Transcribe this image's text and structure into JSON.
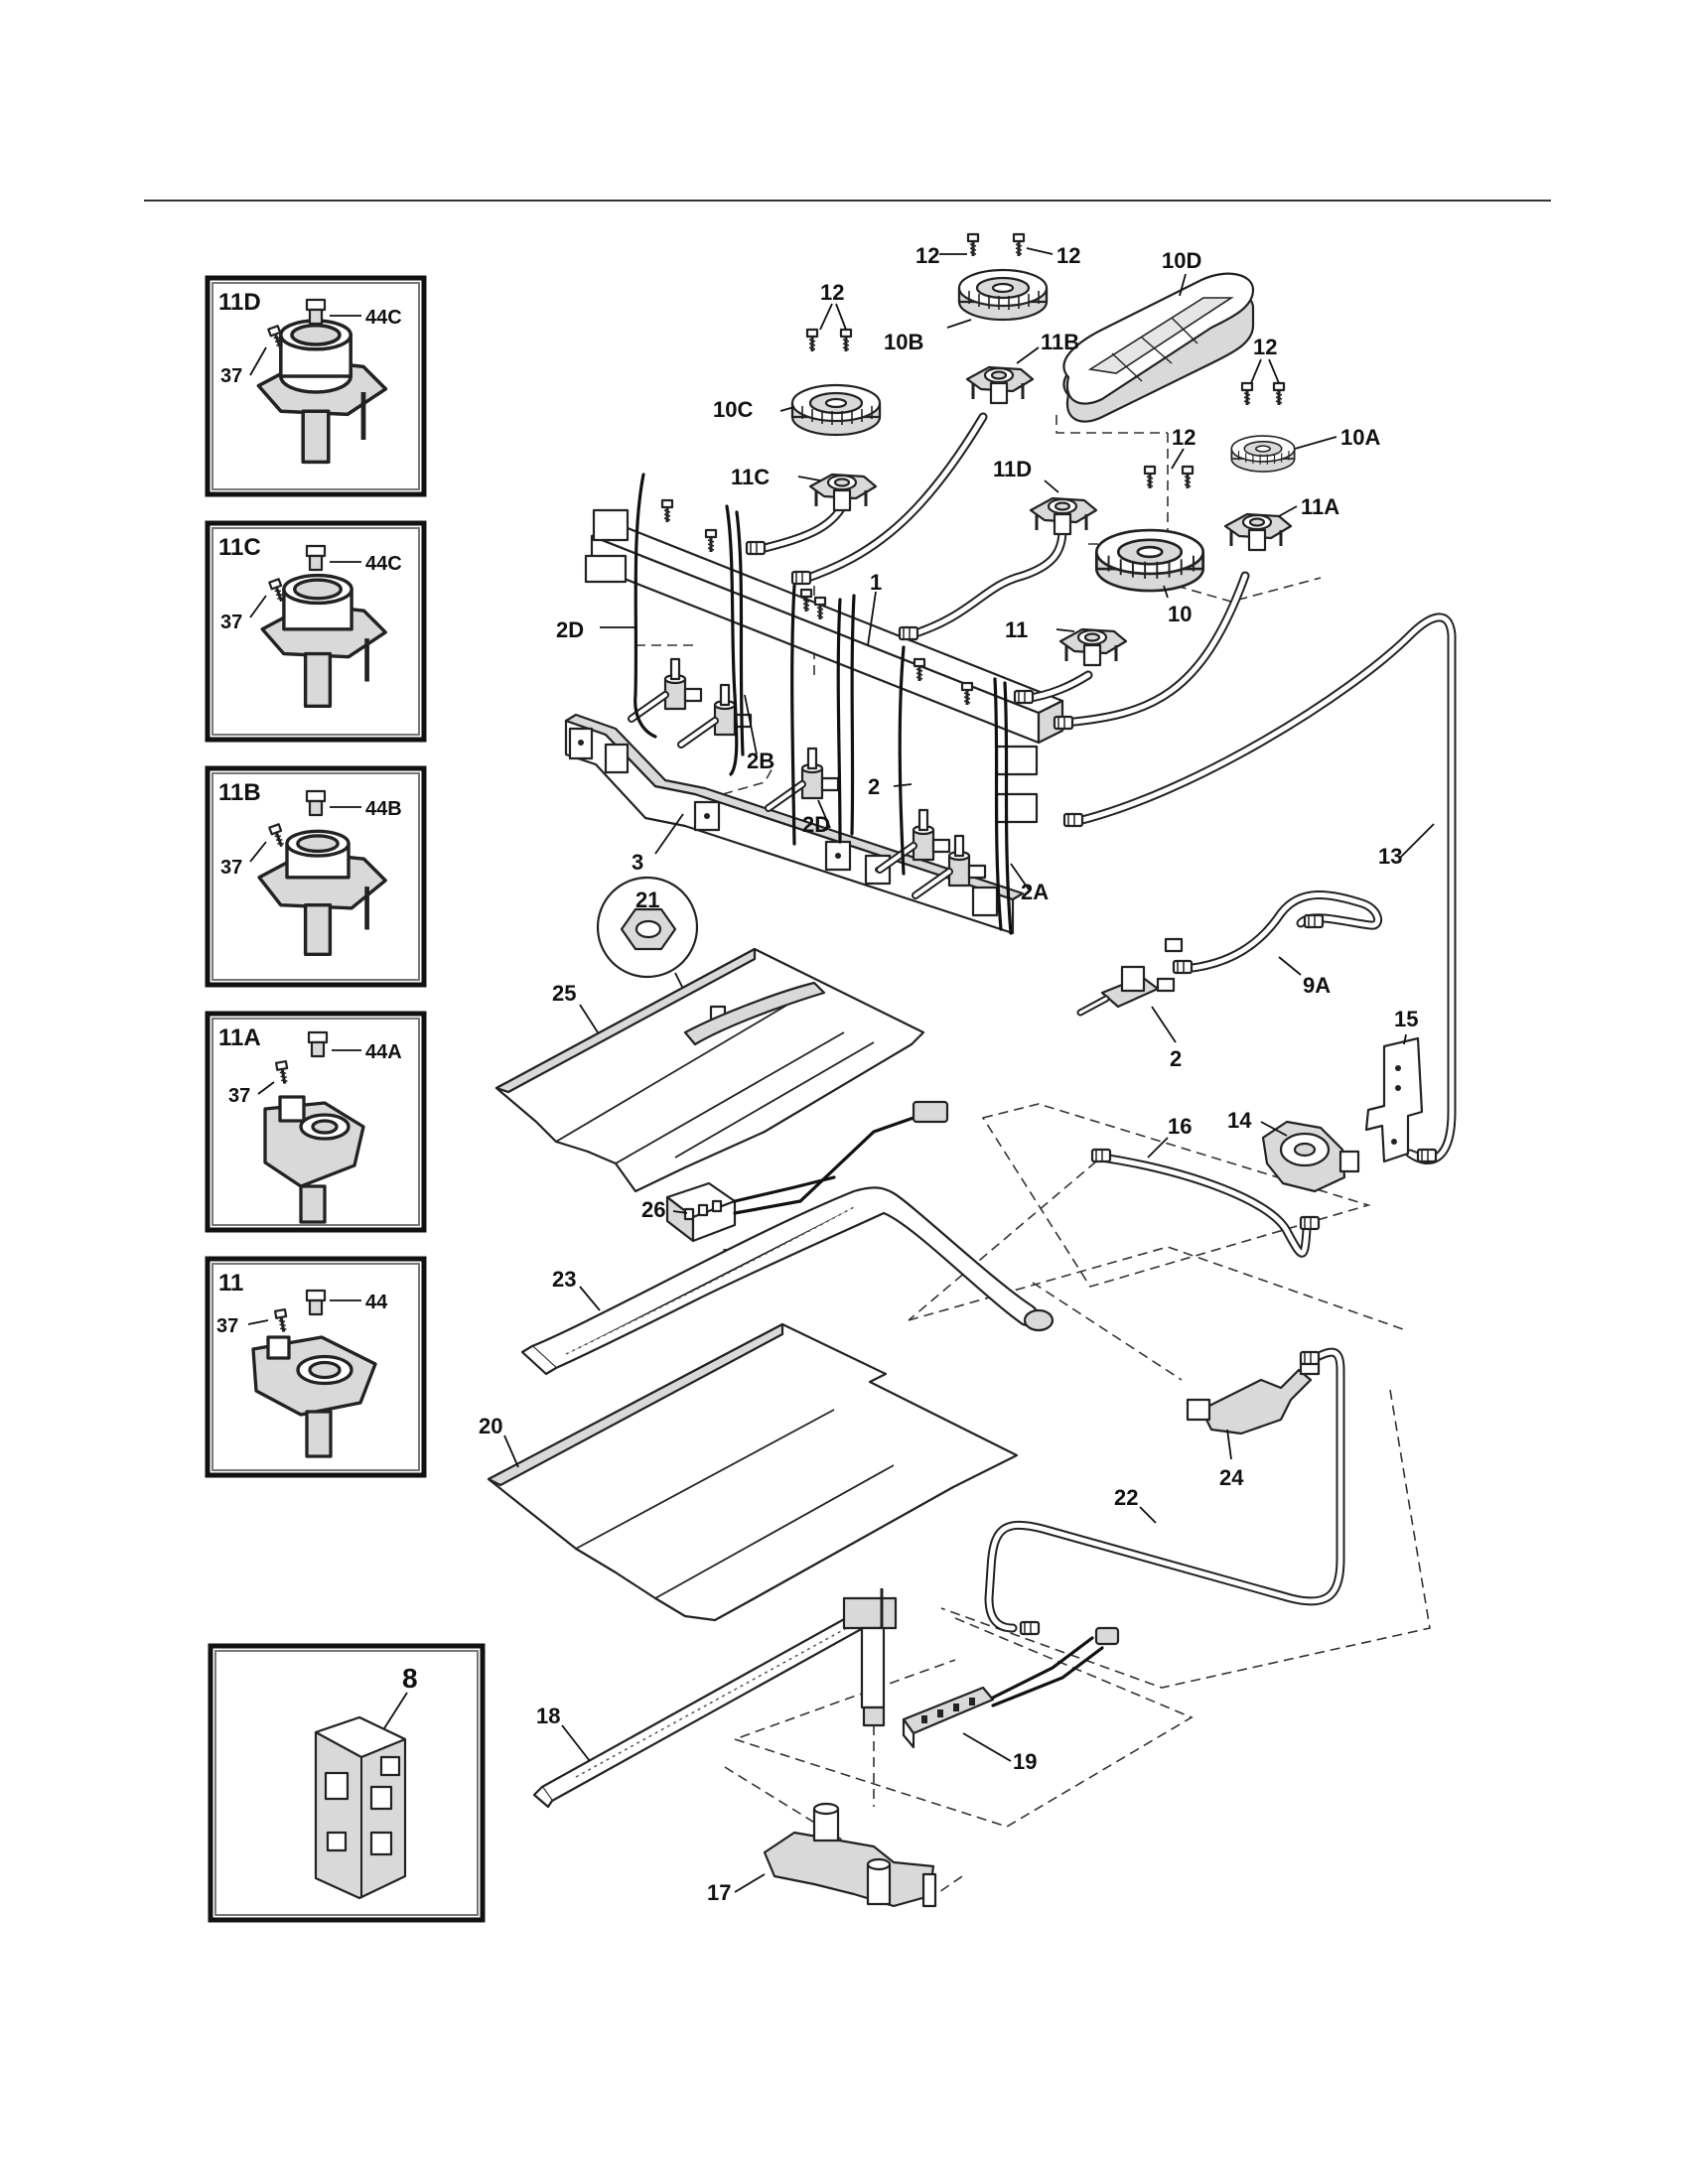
{
  "insets": [
    {
      "id": "inset-11d",
      "title": "11D",
      "labels": [
        "37",
        "44C"
      ]
    },
    {
      "id": "inset-11c",
      "title": "11C",
      "labels": [
        "37",
        "44C"
      ]
    },
    {
      "id": "inset-11b",
      "title": "11B",
      "labels": [
        "37",
        "44B"
      ]
    },
    {
      "id": "inset-11a",
      "title": "11A",
      "labels": [
        "37",
        "44A"
      ]
    },
    {
      "id": "inset-11",
      "title": "11",
      "labels": [
        "37",
        "44"
      ]
    },
    {
      "id": "inset-8",
      "title": "8",
      "labels": []
    }
  ],
  "callouts": {
    "c12a": "12",
    "c12b": "12",
    "c12c": "12",
    "c12d": "12",
    "c12e": "12",
    "c10D": "10D",
    "c10B": "10B",
    "c11B": "11B",
    "c10C": "10C",
    "c10A": "10A",
    "c11C": "11C",
    "c11D": "11D",
    "c11A": "11A",
    "c1": "1",
    "c11": "11",
    "c10": "10",
    "c2D": "2D",
    "c2B": "2B",
    "c2Dlow": "2D",
    "c2": "2",
    "c2A": "2A",
    "c3": "3",
    "c13": "13",
    "c21": "21",
    "c25": "25",
    "c9A": "9A",
    "c2valve": "2",
    "c15": "15",
    "c16": "16",
    "c14": "14",
    "c26": "26",
    "c23": "23",
    "c20": "20",
    "c24": "24",
    "c22": "22",
    "c18": "18",
    "c19": "19",
    "c17": "17"
  }
}
